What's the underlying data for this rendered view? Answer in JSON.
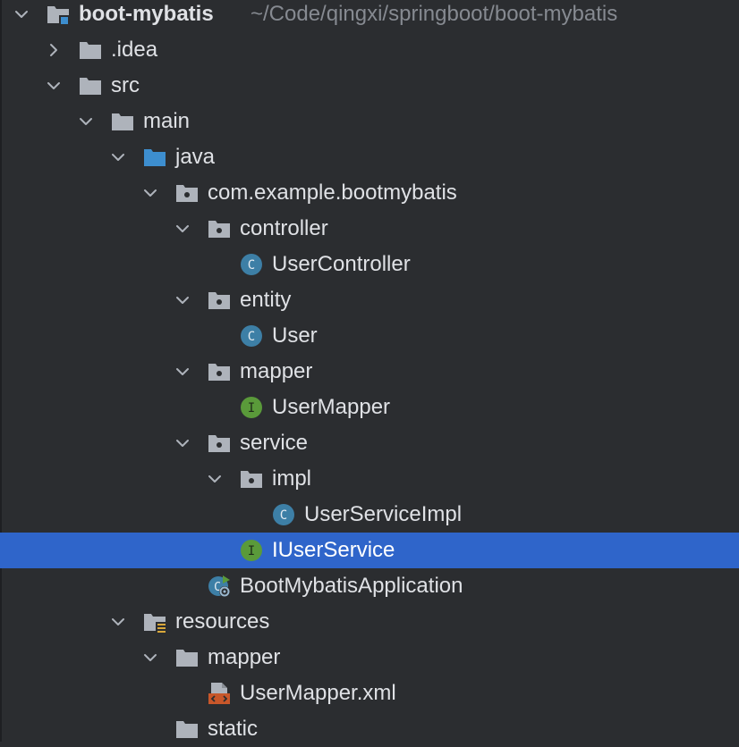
{
  "project_tree": {
    "root": {
      "label": "boot-mybatis",
      "path": "~/Code/qingxi/springboot/boot-mybatis",
      "icon": "module-folder-icon",
      "expanded": true
    },
    "items": [
      {
        "label": ".idea",
        "icon": "folder-icon",
        "expanded": false
      },
      {
        "label": "src",
        "icon": "folder-icon",
        "expanded": true
      },
      {
        "label": "main",
        "icon": "folder-icon",
        "expanded": true
      },
      {
        "label": "java",
        "icon": "source-root-folder-icon",
        "expanded": true
      },
      {
        "label": "com.example.bootmybatis",
        "icon": "package-icon",
        "expanded": true
      },
      {
        "label": "controller",
        "icon": "package-icon",
        "expanded": true
      },
      {
        "label": "UserController",
        "icon": "class-icon"
      },
      {
        "label": "entity",
        "icon": "package-icon",
        "expanded": true
      },
      {
        "label": "User",
        "icon": "class-icon"
      },
      {
        "label": "mapper",
        "icon": "package-icon",
        "expanded": true
      },
      {
        "label": "UserMapper",
        "icon": "interface-icon"
      },
      {
        "label": "service",
        "icon": "package-icon",
        "expanded": true
      },
      {
        "label": "impl",
        "icon": "package-icon",
        "expanded": true
      },
      {
        "label": "UserServiceImpl",
        "icon": "class-icon"
      },
      {
        "label": "IUserService",
        "icon": "interface-icon",
        "selected": true
      },
      {
        "label": "BootMybatisApplication",
        "icon": "spring-boot-class-icon"
      },
      {
        "label": "resources",
        "icon": "resources-folder-icon",
        "expanded": true
      },
      {
        "label": "mapper",
        "icon": "folder-icon",
        "expanded": true
      },
      {
        "label": "UserMapper.xml",
        "icon": "xml-file-icon"
      },
      {
        "label": "static",
        "icon": "folder-icon"
      }
    ]
  },
  "colors": {
    "background": "#2b2d30",
    "selection": "#2f65ca",
    "text": "#dfe1e5",
    "path_text": "#868a91",
    "folder": "#aeb3bb",
    "source_root": "#3d8ecf",
    "class_badge": "#3d7fa6",
    "interface_badge": "#5a9a3a",
    "xml_orange": "#c8572a"
  }
}
